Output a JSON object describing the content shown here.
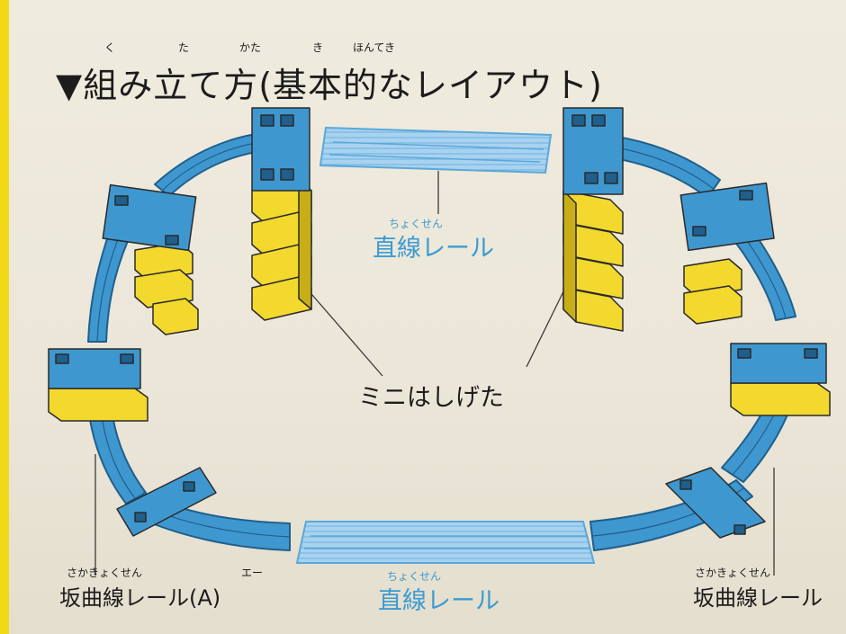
{
  "title": {
    "text": "▼組み立て方(基本的なレイアウト)",
    "ruby": [
      "く",
      "た",
      "かた",
      "き",
      "ほんてき"
    ]
  },
  "labels": {
    "straight_top": {
      "text": "直線レール",
      "ruby": "ちょくせん"
    },
    "straight_bottom": {
      "text": "直線レール",
      "ruby": "ちょくせん"
    },
    "mini_pier": {
      "text": "ミニはしげた"
    },
    "slope_curve_left": {
      "text": "坂曲線レール(A)",
      "ruby": "さかきょくせん",
      "ruby2": "エー"
    },
    "slope_curve_right": {
      "text": "坂曲線レール",
      "ruby": "さかきょくせん"
    }
  },
  "colors": {
    "rail_blue": "#3f97cf",
    "rail_dark": "#1f5f8c",
    "straight_fill": "#a9d2ef",
    "straight_line": "#5aa8da",
    "pier_yellow": "#f3d92e",
    "pier_shadow": "#c7ae16",
    "ink": "#1c1c1c",
    "label_blue": "#3c9bd2",
    "edge_yellow": "#f2d917"
  }
}
